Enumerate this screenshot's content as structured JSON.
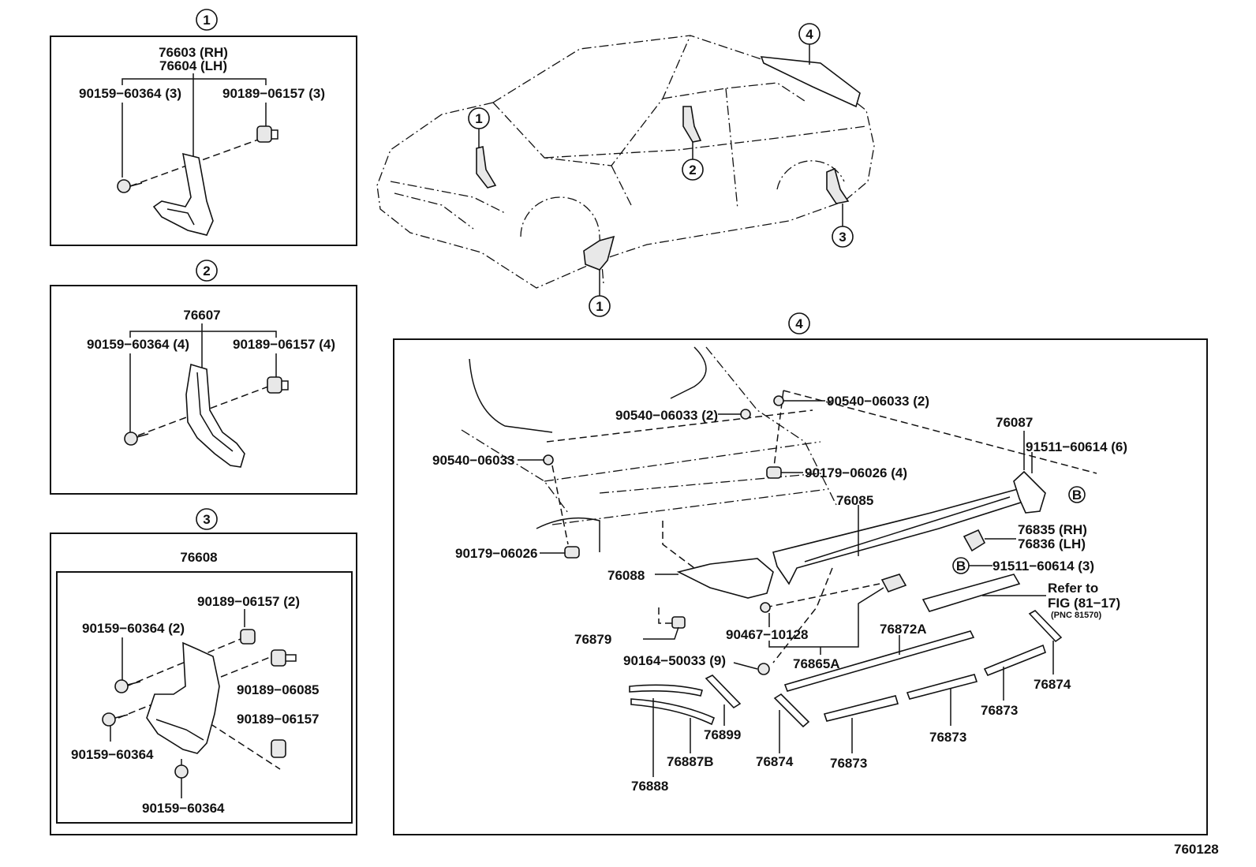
{
  "callouts": {
    "one": "1",
    "two": "2",
    "three": "3",
    "four": "4",
    "b": "B"
  },
  "panel1": {
    "p_76603": "76603 (RH)",
    "p_76604": "76604 (LH)",
    "screw": "90159−60364 (3)",
    "clip": "90189−06157 (3)"
  },
  "panel2": {
    "flap": "76607",
    "screw": "90159−60364 (4)",
    "clip": "90189−06157 (4)"
  },
  "panel3": {
    "flap": "76608",
    "clip_top": "90189−06157 (2)",
    "screw_top": "90159−60364 (2)",
    "clip_mid": "90189−06085",
    "clip_low": "90189−06157",
    "screw_left": "90159−60364",
    "screw_bottom": "90159−60364"
  },
  "panel4": {
    "washer_top_right": "90540−06033 (2)",
    "washer_top_left": "90540−06033 (2)",
    "washer_left": "90540−06033",
    "nut_mid": "90179−06026 (4)",
    "nut_left": "90179−06026",
    "spoiler_end": "76087",
    "screw_b": "91511−60614 (6)",
    "spoiler": "76085",
    "bracket_rh": "76835 (RH)",
    "bracket_lh": "76836 (LH)",
    "screw_b2": "91511−60614 (3)",
    "refer_1": "Refer to",
    "refer_2": "FIG (81−17)",
    "refer_3": "(PNC 81570)",
    "spoiler_cover": "76088",
    "clip_76879": "76879",
    "nut_90467": "90467−10128",
    "bracket_76865": "76865A",
    "screw_90164": "90164−50033 (9)",
    "mold_76872": "76872A",
    "mold_76874a": "76874",
    "mold_76873a": "76873",
    "mold_76873b": "76873",
    "mold_76873c": "76873",
    "mold_76874b": "76874",
    "mold_76899": "76899",
    "mold_76887": "76887B",
    "mold_76888": "76888"
  },
  "figure_code": "760128"
}
